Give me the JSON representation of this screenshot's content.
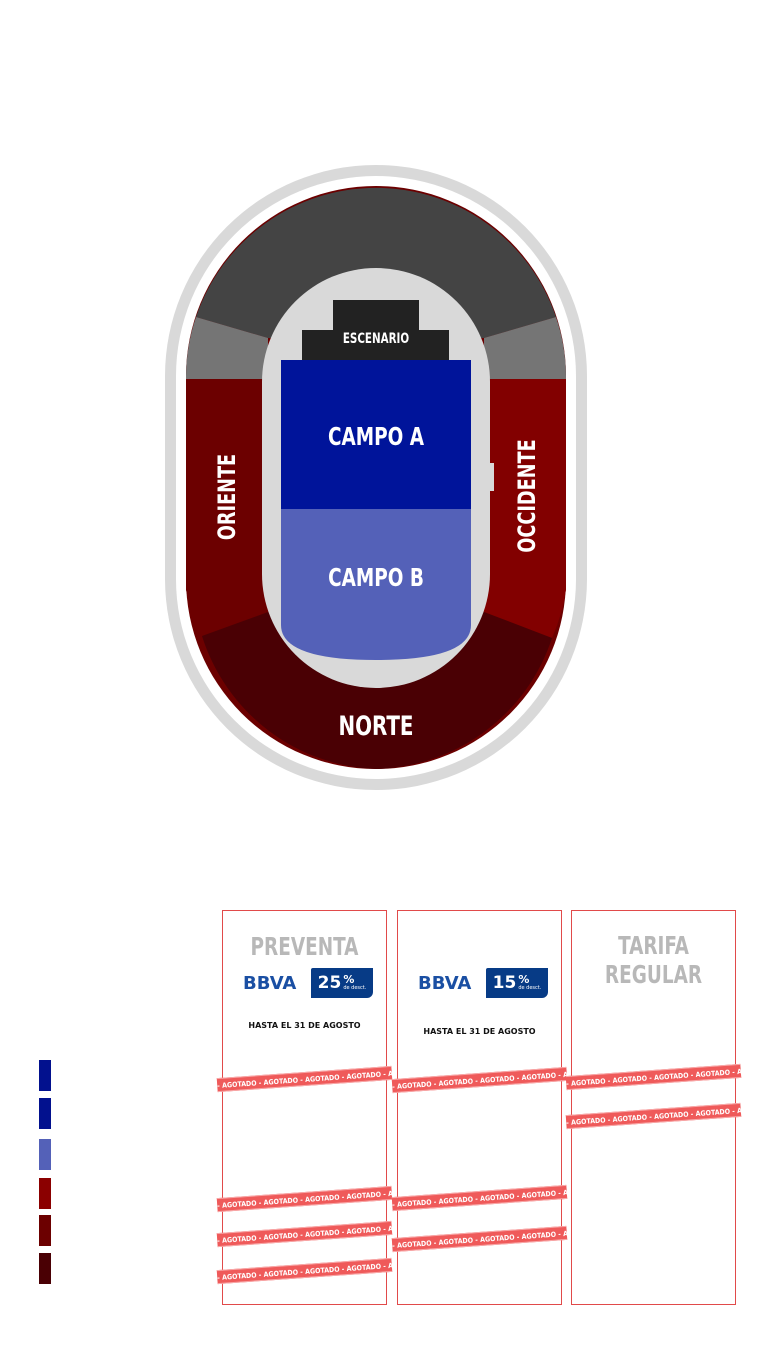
{
  "map": {
    "stage_label": "ESCENARIO",
    "sections": {
      "campo_a": "CAMPO A",
      "campo_b": "CAMPO B",
      "oriente": "ORIENTE",
      "occidente": "OCCIDENTE",
      "norte": "NORTE"
    }
  },
  "colors": {
    "campo_a": "#00149a",
    "campo_b": "#5461b8",
    "oriente": "#6c0000",
    "occidente": "#820000",
    "norte": "#4a0004",
    "upper_stand": "#444444",
    "side_stand": "#757575",
    "sold_out_strip": "#ef5a5a",
    "column_border": "#e14a4a",
    "bbva_blue": "#073b86"
  },
  "legend": {
    "swatch_colors": [
      "#02118e",
      "#02118e",
      "#5461b8",
      "#8b0000",
      "#6c0000",
      "#4a0004"
    ]
  },
  "columns": [
    {
      "title": "PREVENTA",
      "bank": "BBVA",
      "discount_pct": "25",
      "discount_unit": "%",
      "discount_sub": "de desct.",
      "until": "HASTA EL 31 DE AGOSTO"
    },
    {
      "title": "",
      "bank": "BBVA",
      "discount_pct": "15",
      "discount_unit": "%",
      "discount_sub": "de desct.",
      "until": "HASTA EL 31 DE AGOSTO"
    },
    {
      "title_line1": "TARIFA",
      "title_line2": "REGULAR"
    }
  ],
  "sold_out_text": "- AGOTADO - AGOTADO - AGOTADO - AGOTADO - AGOTADO - AGOTADO -"
}
